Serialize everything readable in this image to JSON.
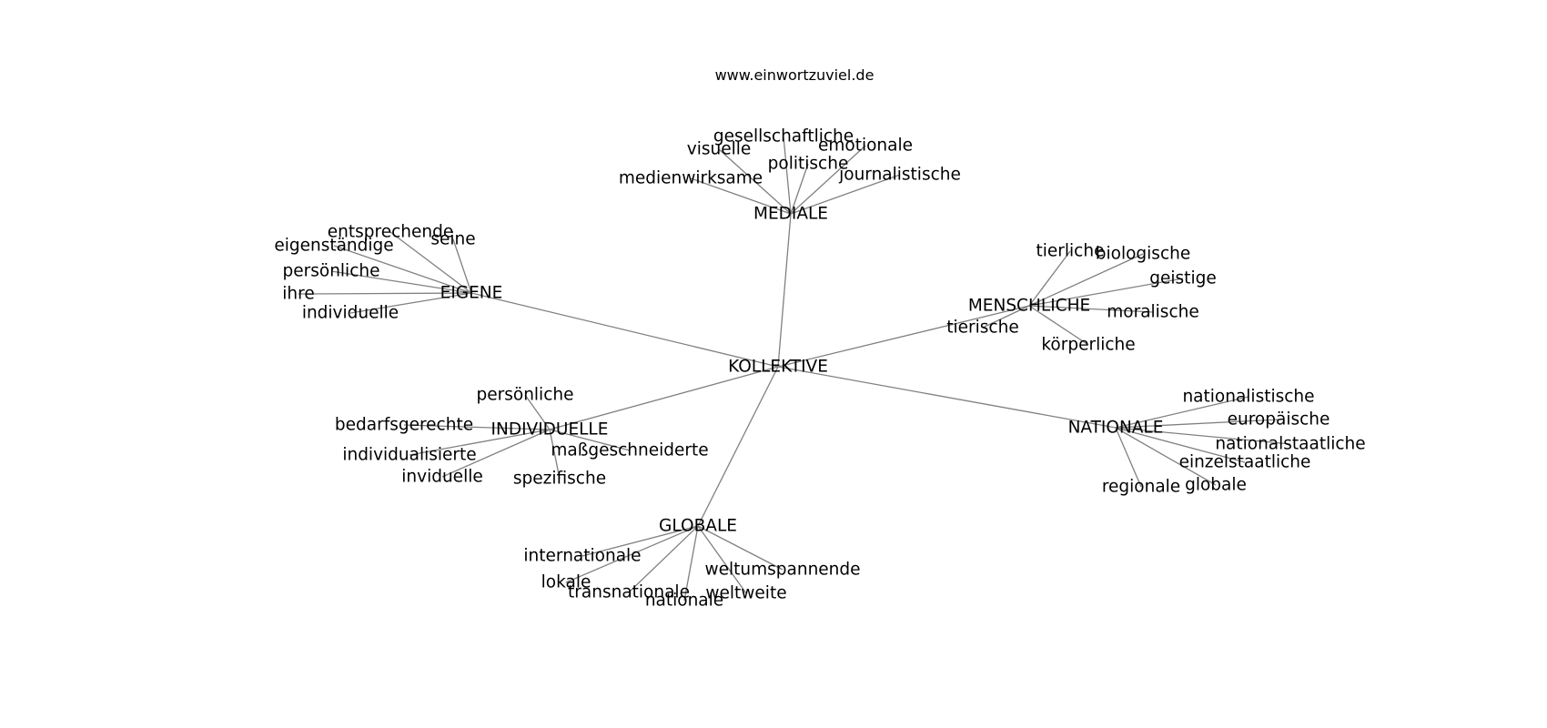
{
  "title": "www.einwortzuviel.de",
  "edge_color": "#808080",
  "text_color": "#000000",
  "nodes": [
    {
      "id": "kollektive",
      "label": "KOLLEKTIVE"
    },
    {
      "id": "mediale",
      "label": "MEDIALE"
    },
    {
      "id": "eigene",
      "label": "EIGENE"
    },
    {
      "id": "menschliche",
      "label": "MENSCHLICHE"
    },
    {
      "id": "individuelle",
      "label": "INDIVIDUELLE"
    },
    {
      "id": "nationale",
      "label": "NATIONALE"
    },
    {
      "id": "globale",
      "label": "GLOBALE"
    },
    {
      "id": "m1",
      "label": "gesellschaftliche"
    },
    {
      "id": "m2",
      "label": "visuelle"
    },
    {
      "id": "m3",
      "label": "emotionale"
    },
    {
      "id": "m4",
      "label": "politische"
    },
    {
      "id": "m5",
      "label": "medienwirksame"
    },
    {
      "id": "m6",
      "label": "journalistische"
    },
    {
      "id": "e1",
      "label": "entsprechende"
    },
    {
      "id": "e2",
      "label": "eigenständige"
    },
    {
      "id": "e3",
      "label": "seine"
    },
    {
      "id": "e4",
      "label": "persönliche"
    },
    {
      "id": "e5",
      "label": "ihre"
    },
    {
      "id": "e6",
      "label": "individuelle"
    },
    {
      "id": "h1",
      "label": "tierliche"
    },
    {
      "id": "h2",
      "label": "biologische"
    },
    {
      "id": "h3",
      "label": "geistige"
    },
    {
      "id": "h4",
      "label": "moralische"
    },
    {
      "id": "h5",
      "label": "tierische"
    },
    {
      "id": "h6",
      "label": "körperliche"
    },
    {
      "id": "i1",
      "label": "persönliche"
    },
    {
      "id": "i2",
      "label": "bedarfsgerechte"
    },
    {
      "id": "i3",
      "label": "individualisierte"
    },
    {
      "id": "i4",
      "label": "maßgeschneiderte"
    },
    {
      "id": "i5",
      "label": "inviduelle"
    },
    {
      "id": "i6",
      "label": "spezifische"
    },
    {
      "id": "n1",
      "label": "nationalistische"
    },
    {
      "id": "n2",
      "label": "europäische"
    },
    {
      "id": "n3",
      "label": "nationalstaatliche"
    },
    {
      "id": "n4",
      "label": "einzelstaatliche"
    },
    {
      "id": "n5",
      "label": "regionale"
    },
    {
      "id": "n6",
      "label": "globale"
    },
    {
      "id": "g1",
      "label": "internationale"
    },
    {
      "id": "g2",
      "label": "lokale"
    },
    {
      "id": "g3",
      "label": "transnationale"
    },
    {
      "id": "g4",
      "label": "nationale"
    },
    {
      "id": "g5",
      "label": "weltumspannende"
    },
    {
      "id": "g6",
      "label": "weltweite"
    }
  ],
  "edges": [
    [
      "kollektive",
      "mediale"
    ],
    [
      "kollektive",
      "eigene"
    ],
    [
      "kollektive",
      "menschliche"
    ],
    [
      "kollektive",
      "individuelle"
    ],
    [
      "kollektive",
      "nationale"
    ],
    [
      "kollektive",
      "globale"
    ],
    [
      "mediale",
      "m1"
    ],
    [
      "mediale",
      "m2"
    ],
    [
      "mediale",
      "m3"
    ],
    [
      "mediale",
      "m4"
    ],
    [
      "mediale",
      "m5"
    ],
    [
      "mediale",
      "m6"
    ],
    [
      "eigene",
      "e1"
    ],
    [
      "eigene",
      "e2"
    ],
    [
      "eigene",
      "e3"
    ],
    [
      "eigene",
      "e4"
    ],
    [
      "eigene",
      "e5"
    ],
    [
      "eigene",
      "e6"
    ],
    [
      "menschliche",
      "h1"
    ],
    [
      "menschliche",
      "h2"
    ],
    [
      "menschliche",
      "h3"
    ],
    [
      "menschliche",
      "h4"
    ],
    [
      "menschliche",
      "h5"
    ],
    [
      "menschliche",
      "h6"
    ],
    [
      "individuelle",
      "i1"
    ],
    [
      "individuelle",
      "i2"
    ],
    [
      "individuelle",
      "i3"
    ],
    [
      "individuelle",
      "i4"
    ],
    [
      "individuelle",
      "i5"
    ],
    [
      "individuelle",
      "i6"
    ],
    [
      "nationale",
      "n1"
    ],
    [
      "nationale",
      "n2"
    ],
    [
      "nationale",
      "n3"
    ],
    [
      "nationale",
      "n4"
    ],
    [
      "nationale",
      "n5"
    ],
    [
      "nationale",
      "n6"
    ],
    [
      "globale",
      "g1"
    ],
    [
      "globale",
      "g2"
    ],
    [
      "globale",
      "g3"
    ],
    [
      "globale",
      "g4"
    ],
    [
      "globale",
      "g5"
    ],
    [
      "globale",
      "g6"
    ]
  ]
}
